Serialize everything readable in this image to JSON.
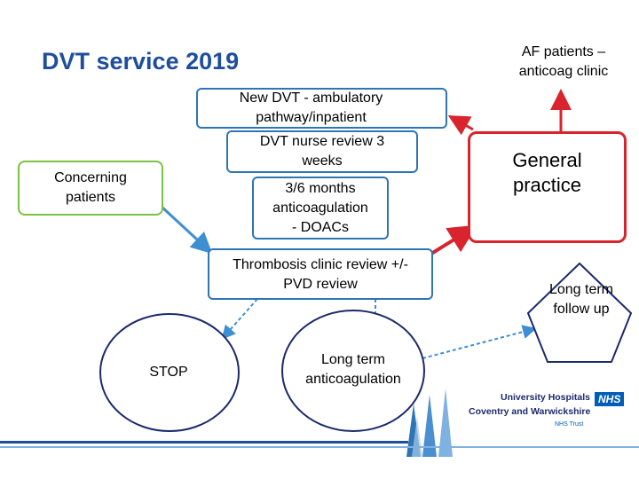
{
  "title": "DVT service 2019",
  "nodes": {
    "af_patients": [
      "AF patients –",
      "anticoag clinic"
    ],
    "new_dvt": [
      "New DVT - ambulatory",
      "pathway/inpatient"
    ],
    "nurse_review": [
      "DVT nurse review 3",
      "weeks"
    ],
    "anticoagulation_months": [
      "3/6 months",
      "anticoagulation",
      "- DOACs"
    ],
    "concerning": [
      "Concerning",
      "patients"
    ],
    "general_practice": [
      "General",
      "practice"
    ],
    "thrombosis_clinic": [
      "Thrombosis clinic review +/-",
      "PVD review"
    ],
    "long_term_follow_up": [
      "Long term",
      "follow up"
    ],
    "stop": "STOP",
    "long_term_anticoag": [
      "Long term",
      "anticoagulation"
    ]
  },
  "logo": {
    "line1": "University Hospitals",
    "line2": "Coventry and Warwickshire",
    "badge": "NHS",
    "trust": "NHS Trust"
  },
  "colors": {
    "title": "#1f4e9c",
    "blue_border": "#2e75b6",
    "red": "#d9232d",
    "green": "#7cc142",
    "navy": "#1c2a6b",
    "nhs_blue": "#005eb8"
  }
}
